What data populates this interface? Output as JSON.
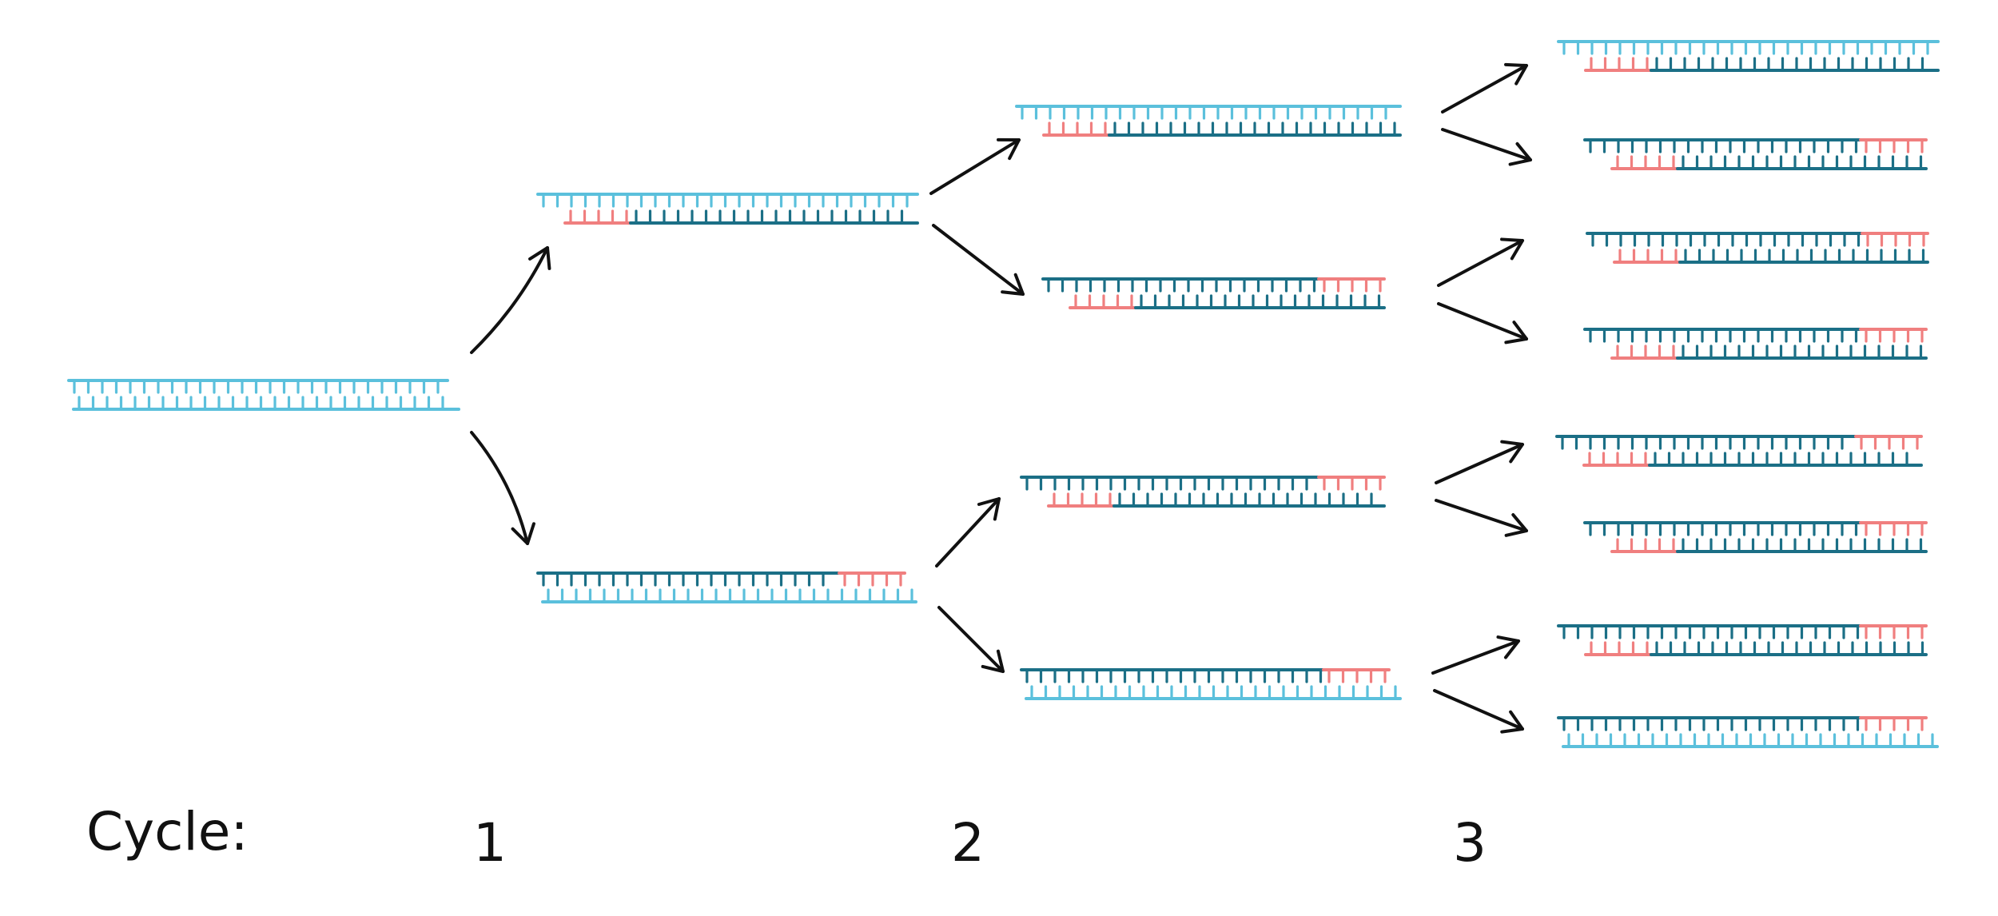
{
  "labels": {
    "cycle": "Cycle:",
    "cycles": [
      "1",
      "2",
      "3"
    ]
  },
  "colors": {
    "original_strand": "#5bc0dc",
    "new_strand": "#1b6f86",
    "primer": "#f07f7f",
    "arrow": "#111111",
    "background": "#ffffff"
  },
  "diagram": {
    "stages": [
      "initial",
      "cycle-1",
      "cycle-2",
      "cycle-3"
    ],
    "molecule_counts": [
      1,
      2,
      4,
      8
    ]
  }
}
